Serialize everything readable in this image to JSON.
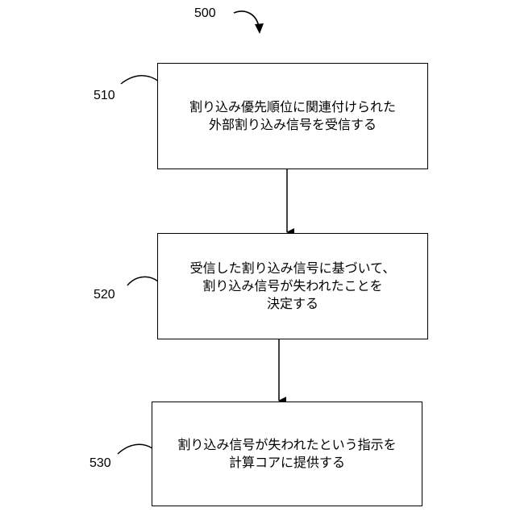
{
  "figure_label": "500",
  "steps": [
    {
      "ref": "510",
      "lines": [
        "割り込み優先順位に関連付けられた",
        "外部割り込み信号を受信する"
      ]
    },
    {
      "ref": "520",
      "lines": [
        "受信した割り込み信号に基づいて、",
        "割り込み信号が失われたことを",
        "決定する"
      ]
    },
    {
      "ref": "530",
      "lines": [
        "割り込み信号が失われたという指示を",
        "計算コアに提供する"
      ]
    }
  ]
}
